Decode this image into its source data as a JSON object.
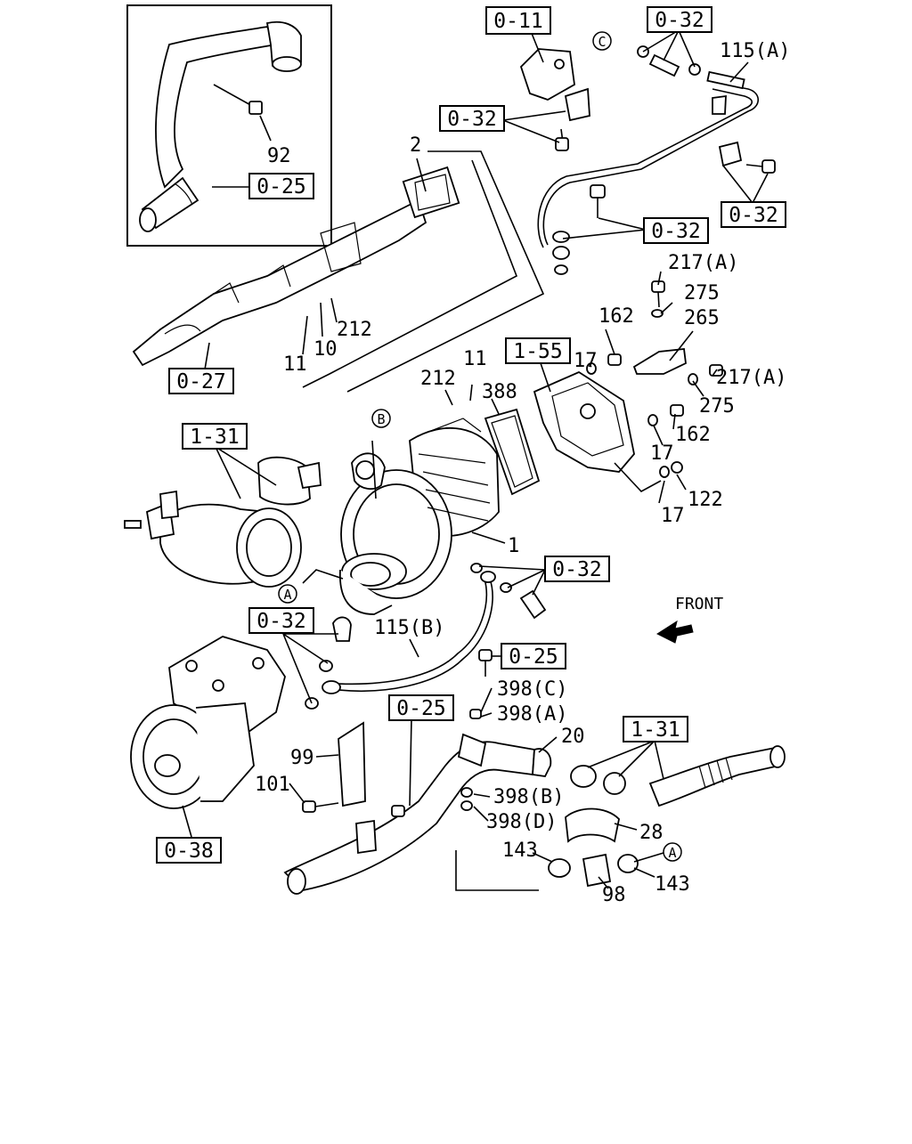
{
  "diagram": {
    "front_label": "FRONT",
    "circle_markers": {
      "a": "A",
      "b": "B",
      "c": "C"
    },
    "ref_boxes": {
      "r0_11": "0-11",
      "r0_32_top": "0-32",
      "r0_32_left": "0-32",
      "r0_25_inset": "0-25",
      "r0_32_right": "0-32",
      "r0_32_mid": "0-32",
      "r1_55": "1-55",
      "r0_27": "0-27",
      "r1_31_left": "1-31",
      "r0_32_center": "0-32",
      "r0_32_lower": "0-32",
      "r0_25_mid": "0-25",
      "r0_25_low": "0-25",
      "r1_31_right": "1-31",
      "r0_38": "0-38"
    },
    "labels": {
      "p115a": "115(A)",
      "p92": "92",
      "p2": "2",
      "p217a_top": "217(A)",
      "p275_top": "275",
      "p162_top": "162",
      "p265": "265",
      "p17_top": "17",
      "p217a_right": "217(A)",
      "p275_right": "275",
      "p212_top": "212",
      "p11_left": "11",
      "p10": "10",
      "p212_mid": "212",
      "p11_mid": "11",
      "p388": "388",
      "p162_mid": "162",
      "p17_mid": "17",
      "p122": "122",
      "p17_low": "17",
      "p1": "1",
      "p115b": "115(B)",
      "p398c": "398(C)",
      "p398a": "398(A)",
      "p20": "20",
      "p99": "99",
      "p101": "101",
      "p398b": "398(B)",
      "p398d": "398(D)",
      "p28": "28",
      "p143_left": "143",
      "p98": "98",
      "p143_right": "143"
    }
  }
}
